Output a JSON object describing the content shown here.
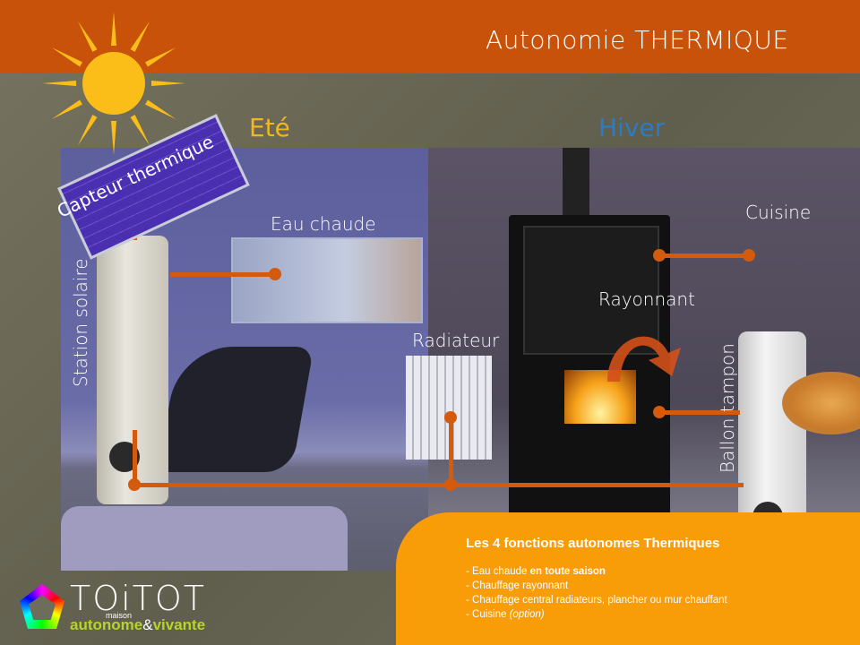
{
  "header": {
    "title": "Autonomie THERMIQUE",
    "bar_color": "#c9520a"
  },
  "seasons": {
    "summer": {
      "label": "Eté",
      "color": "#f1b81d"
    },
    "winter": {
      "label": "Hiver",
      "color": "#2a7cc4"
    }
  },
  "diagram": {
    "labels": {
      "collector": "Capteur thermique",
      "solar_station": "Station solaire",
      "hot_water": "Eau chaude",
      "radiator": "Radiateur",
      "radiant": "Rayonnant",
      "kitchen": "Cuisine",
      "buffer_tank": "Ballon tampon"
    },
    "pipe_color": "#d45a0e"
  },
  "info": {
    "title": "Les 4 fonctions autonomes Thermiques",
    "items": [
      {
        "prefix": "- Eau chaude ",
        "emphasis": "en toute saison"
      },
      {
        "text": "- Chauffage rayonnant"
      },
      {
        "text": "- Chauffage central radiateurs, plancher ou mur chauffant"
      },
      {
        "prefix": "- Cuisine ",
        "italic": "(option)"
      }
    ],
    "box_color": "#f89c08"
  },
  "logo": {
    "brand": "TOiTOT",
    "small": "maison",
    "line_a": "autonome",
    "amp": "&",
    "line_b": "vivante"
  }
}
